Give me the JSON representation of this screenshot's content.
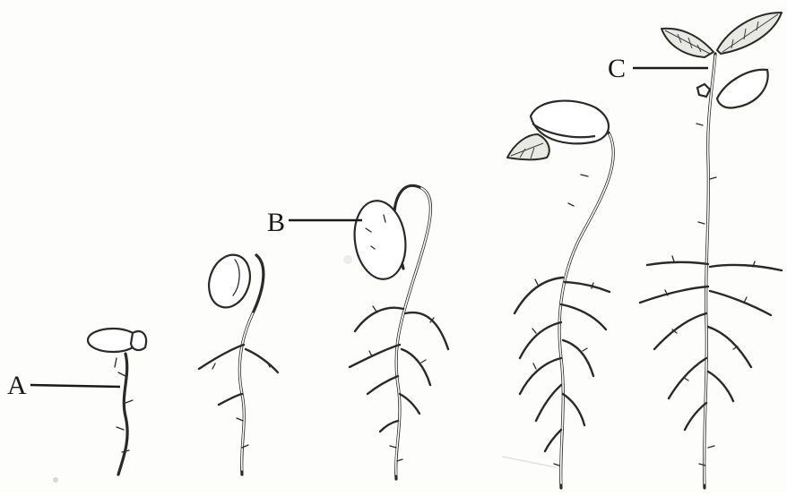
{
  "labels": {
    "a": "A",
    "b": "B",
    "c": "C"
  },
  "colors": {
    "ink": "#2a2a2a",
    "paper": "#fdfdfb"
  }
}
